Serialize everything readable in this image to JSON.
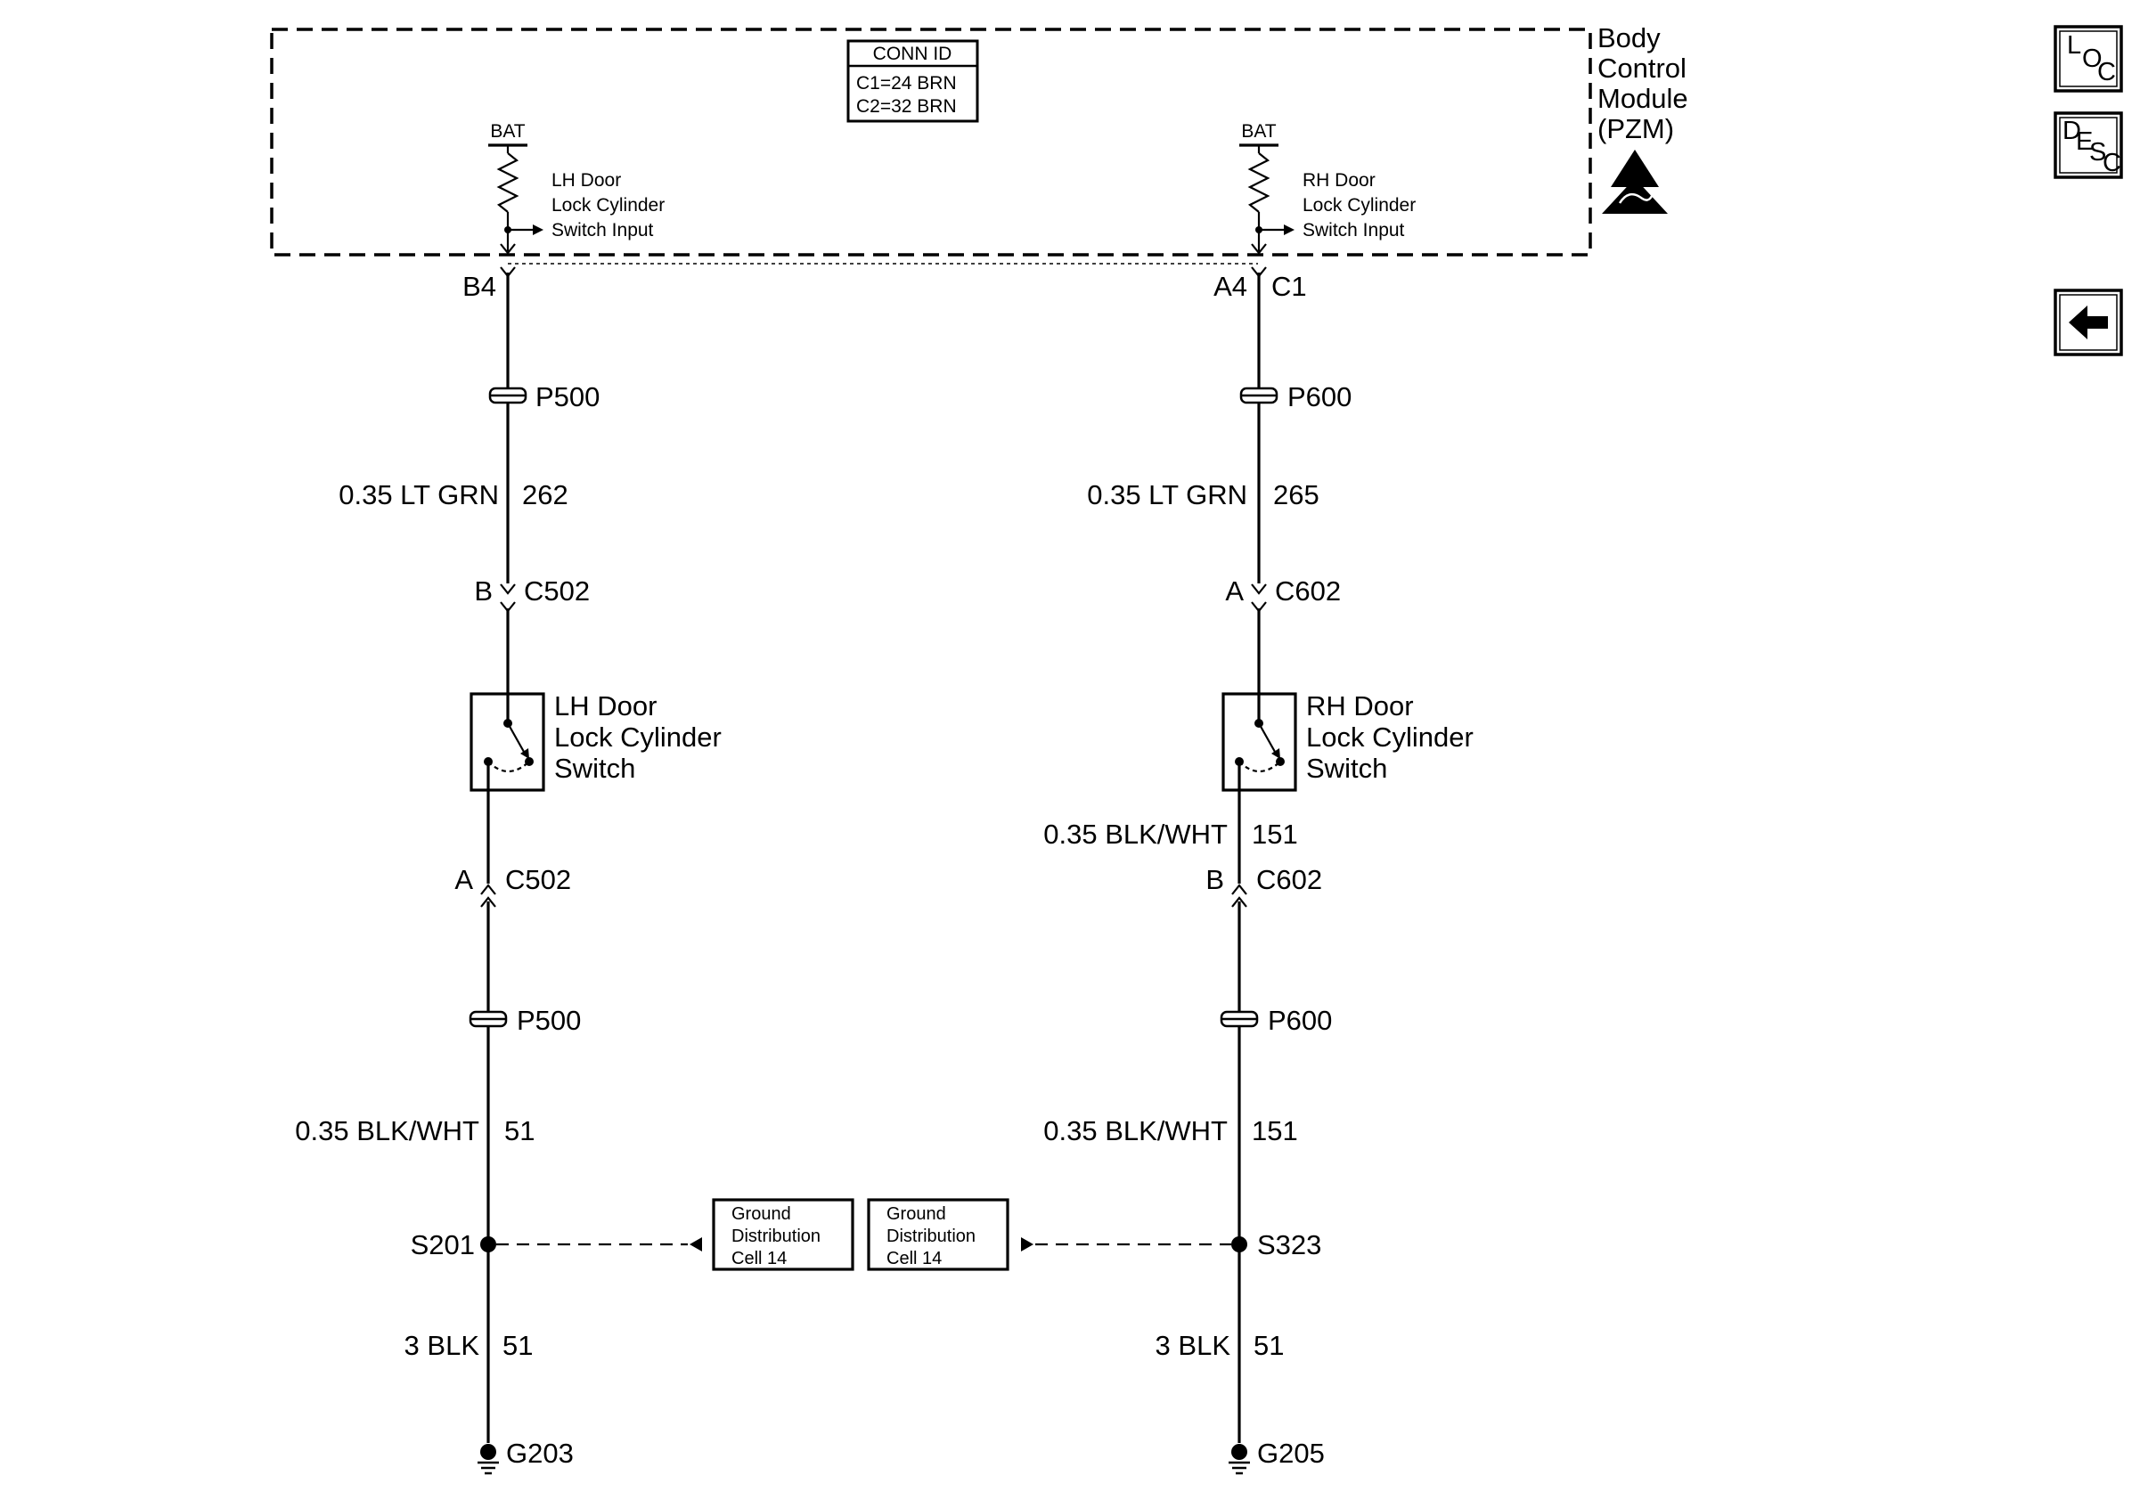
{
  "module": {
    "name_lines": [
      "Body",
      "Control",
      "Module",
      "(PZM)"
    ],
    "conn_id": {
      "title": "CONN ID",
      "lines": [
        "C1=24 BRN",
        "C2=32 BRN"
      ]
    },
    "esd_icon": "esd-sensitive-icon"
  },
  "left_circuit": {
    "bat_label": "BAT",
    "input_lines": [
      "LH Door",
      "Lock Cylinder",
      "Switch Input"
    ],
    "pin": "B4",
    "upper_splice_pack": "P500",
    "upper_wire_gauge_color": "0.35 LT GRN",
    "upper_wire_circuit": "262",
    "upper_conn_pin": "B",
    "upper_conn": "C502",
    "switch_lines": [
      "LH Door",
      "Lock Cylinder",
      "Switch"
    ],
    "lower_conn_pin": "A",
    "lower_conn": "C502",
    "lower_splice_pack": "P500",
    "lower_wire_gauge_color": "0.35 BLK/WHT",
    "lower_wire_circuit": "51",
    "splice": "S201",
    "ground_wire_gauge_color": "3 BLK",
    "ground_wire_circuit": "51",
    "ground": "G203"
  },
  "right_circuit": {
    "bat_label": "BAT",
    "input_lines": [
      "RH Door",
      "Lock Cylinder",
      "Switch Input"
    ],
    "pin": "A4",
    "pin_conn": "C1",
    "upper_splice_pack": "P600",
    "upper_wire_gauge_color": "0.35 LT GRN",
    "upper_wire_circuit": "265",
    "upper_conn_pin": "A",
    "upper_conn": "C602",
    "switch_lines": [
      "RH Door",
      "Lock Cylinder",
      "Switch"
    ],
    "switch_out_gauge_color": "0.35 BLK/WHT",
    "switch_out_circuit": "151",
    "lower_conn_pin": "B",
    "lower_conn": "C602",
    "lower_splice_pack": "P600",
    "lower_wire_gauge_color": "0.35 BLK/WHT",
    "lower_wire_circuit": "151",
    "splice": "S323",
    "ground_wire_gauge_color": "3 BLK",
    "ground_wire_circuit": "51",
    "ground": "G205"
  },
  "ground_distribution_left": [
    "Ground",
    "Distribution",
    "Cell 14"
  ],
  "ground_distribution_right": [
    "Ground",
    "Distribution",
    "Cell 14"
  ],
  "nav_buttons": {
    "loc": [
      "L",
      "O",
      "C"
    ],
    "desc": [
      "D",
      "E",
      "S",
      "C"
    ],
    "back_icon": "arrow-left-icon"
  }
}
